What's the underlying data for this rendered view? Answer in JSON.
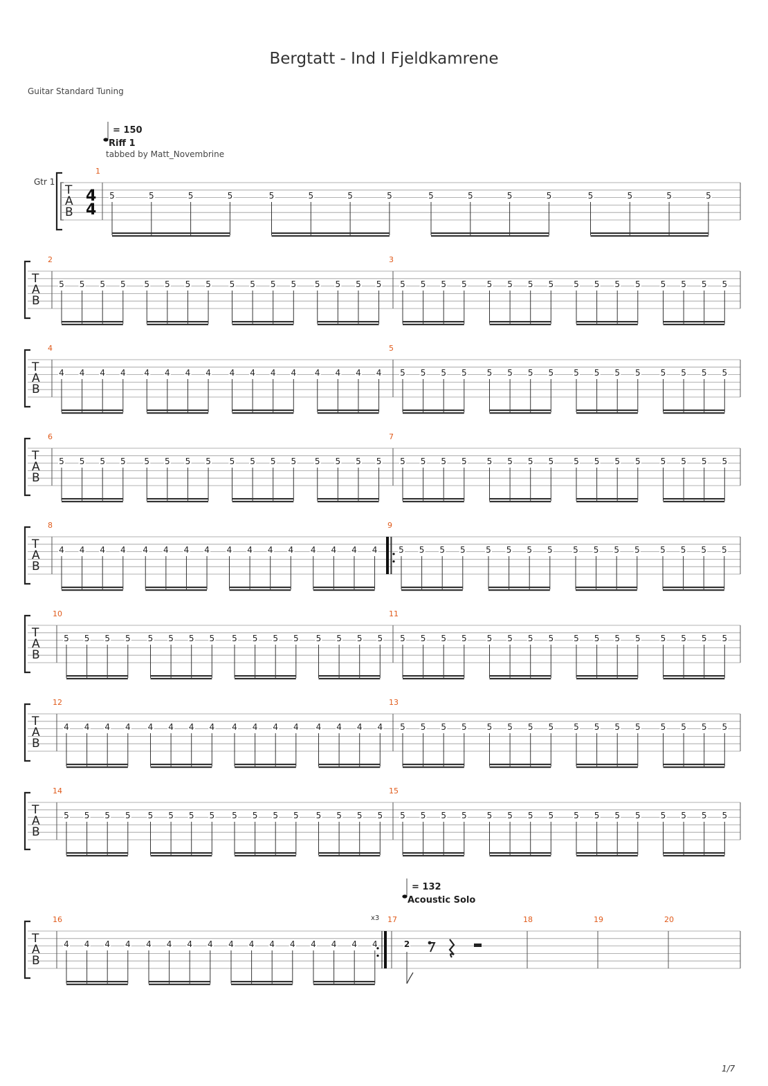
{
  "title": "Bergtatt - Ind I Fjeldkamrene",
  "tuning": "Guitar Standard Tuning",
  "track_label": "Gtr 1",
  "time_signature": "4/4",
  "tab_clef": [
    "T",
    "A",
    "B"
  ],
  "tempo_markings": [
    {
      "bpm_text": "= 150",
      "section": "Riff 1",
      "credit": "tabbed by Matt_Novembrine"
    },
    {
      "bpm_text": "= 132",
      "section": "Acoustic Solo"
    }
  ],
  "repeat_count": "x3",
  "measures": [
    {
      "number": "1",
      "fret": "5",
      "notes": 16
    },
    {
      "number": "2",
      "fret": "5",
      "notes": 16
    },
    {
      "number": "3",
      "fret": "5",
      "notes": 16
    },
    {
      "number": "4",
      "fret": "4",
      "notes": 16
    },
    {
      "number": "5",
      "fret": "5",
      "notes": 16
    },
    {
      "number": "6",
      "fret": "5",
      "notes": 16
    },
    {
      "number": "7",
      "fret": "5",
      "notes": 16
    },
    {
      "number": "8",
      "fret": "4",
      "notes": 16
    },
    {
      "number": "9",
      "fret": "5",
      "notes": 16,
      "repeat_start": true
    },
    {
      "number": "10",
      "fret": "5",
      "notes": 16
    },
    {
      "number": "11",
      "fret": "5",
      "notes": 16
    },
    {
      "number": "12",
      "fret": "4",
      "notes": 16
    },
    {
      "number": "13",
      "fret": "5",
      "notes": 16
    },
    {
      "number": "14",
      "fret": "5",
      "notes": 16
    },
    {
      "number": "15",
      "fret": "5",
      "notes": 16
    },
    {
      "number": "16",
      "fret": "4",
      "notes": 16,
      "repeat_end": true
    },
    {
      "number": "17",
      "fret": "2",
      "notes": 1,
      "rests": [
        "eighth",
        "quarter",
        "half"
      ]
    },
    {
      "number": "18",
      "fret": "",
      "notes": 0
    },
    {
      "number": "19",
      "fret": "",
      "notes": 0
    },
    {
      "number": "20",
      "fret": "",
      "notes": 0
    }
  ],
  "page_number": "1/7",
  "colors": {
    "measure_number": "#e05a1a",
    "staff_line": "#999999",
    "ink": "#222222"
  }
}
